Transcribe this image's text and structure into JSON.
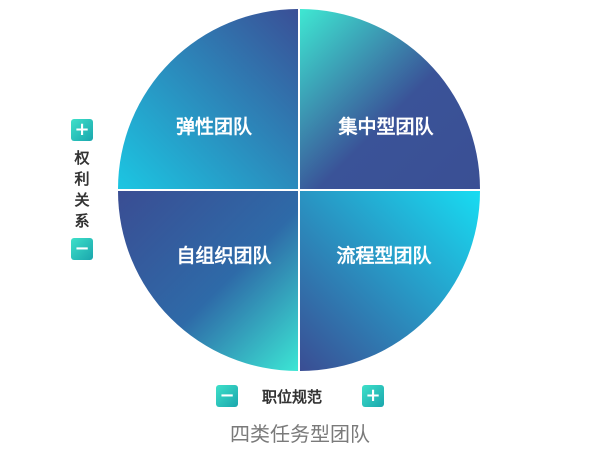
{
  "diagram": {
    "quadrants": {
      "top_left": "弹性团队",
      "top_right": "集中型团队",
      "bottom_left": "自组织团队",
      "bottom_right": "流程型团队"
    },
    "vertical_axis": {
      "label": "权利关系",
      "top_sign": "+",
      "bottom_sign": "−"
    },
    "horizontal_axis": {
      "label": "职位规范",
      "left_sign": "−",
      "right_sign": "+"
    },
    "caption": "四类任务型团队",
    "colors": {
      "teal": "#2fe0d2",
      "cyan": "#1fd6ec",
      "navy": "#3a4e94",
      "button": "#27c2bb"
    }
  }
}
